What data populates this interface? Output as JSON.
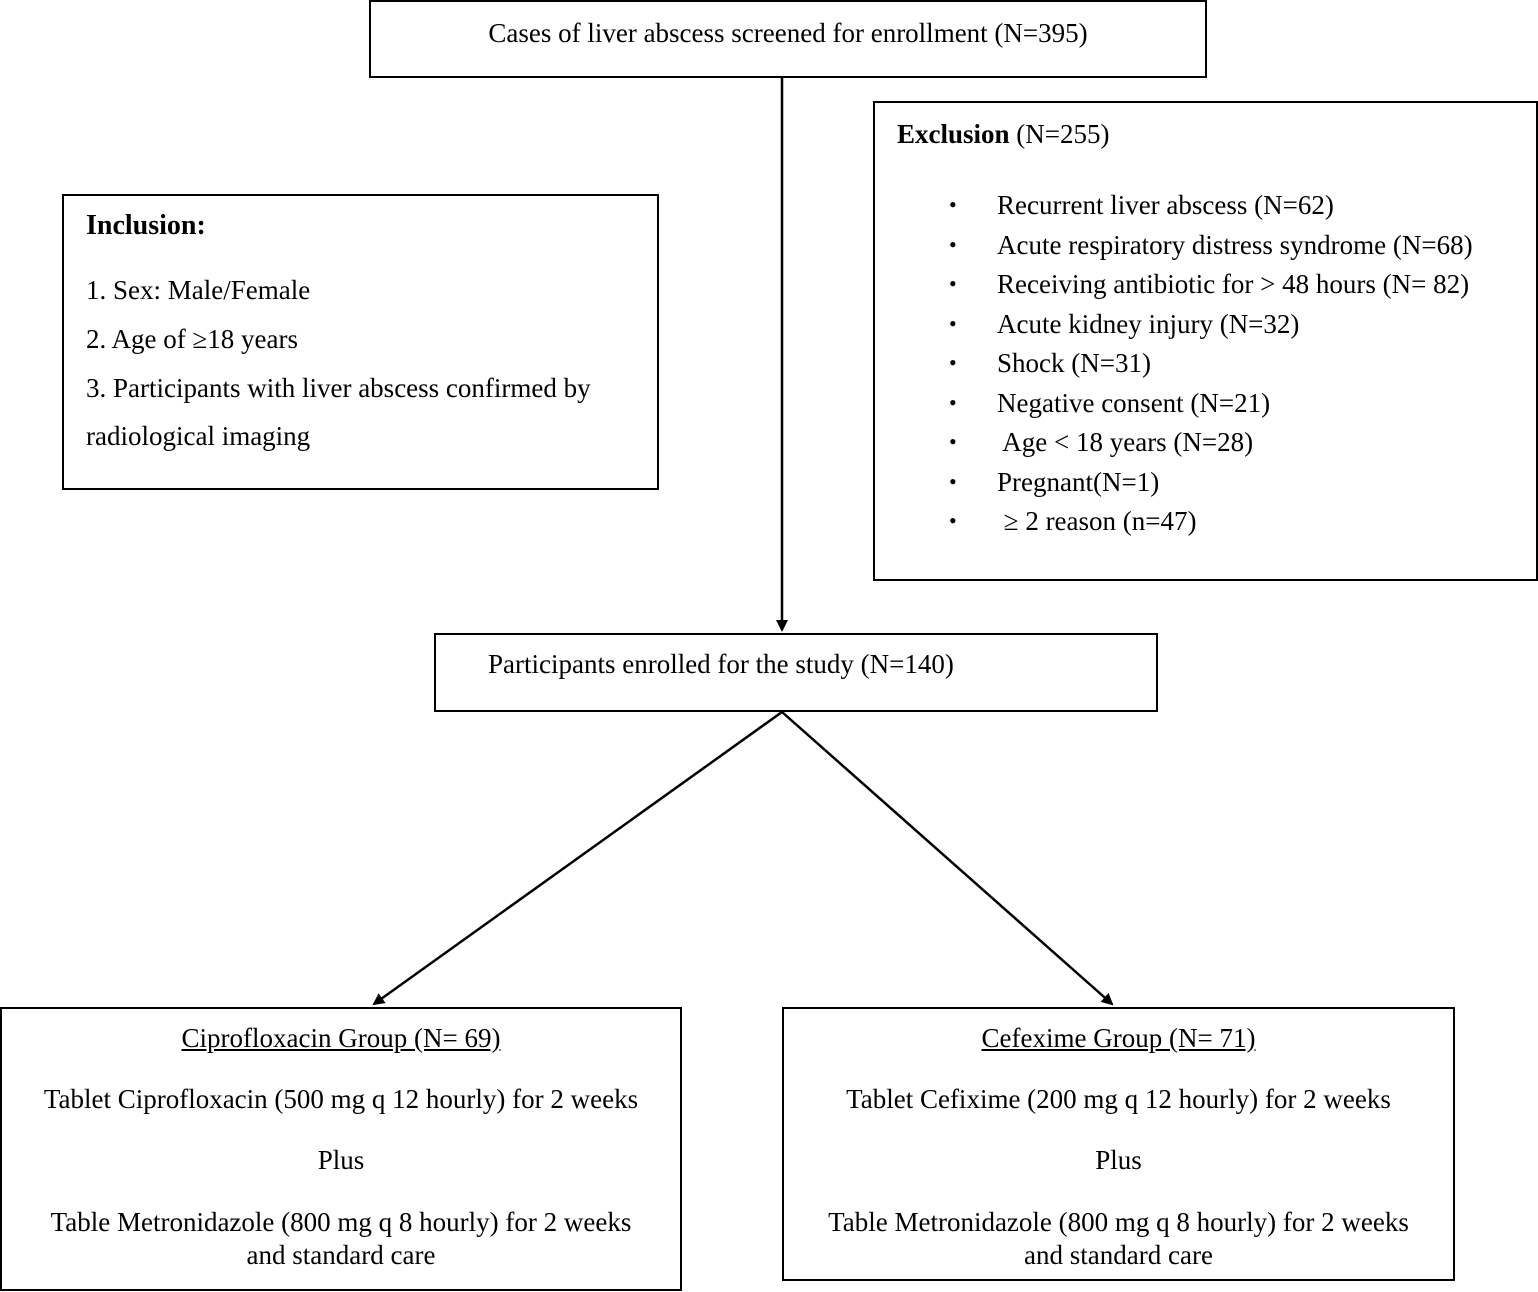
{
  "screened": {
    "text": "Cases of liver abscess screened for enrollment (N=395)"
  },
  "inclusion": {
    "title": "Inclusion:",
    "items": [
      "1. Sex: Male/Female",
      "2. Age of ≥18 years",
      "3. Participants with liver abscess confirmed by radiological imaging"
    ]
  },
  "exclusion": {
    "title": "Exclusion",
    "count": "(N=255)",
    "bullet": "•",
    "items": [
      "Recurrent liver abscess (N=62)",
      "Acute respiratory distress syndrome (N=68)",
      "Receiving antibiotic for > 48 hours (N= 82)",
      "Acute kidney injury (N=32)",
      "Shock (N=31)",
      "Negative consent (N=21)",
      " Age < 18 years (N=28)",
      "Pregnant(N=1)",
      " ≥ 2 reason (n=47)"
    ]
  },
  "enrolled": {
    "text": "Participants enrolled for the study (N=140)"
  },
  "groups": {
    "cipro": {
      "title": "Ciprofloxacin Group (N= 69)",
      "line1": "Tablet Ciprofloxacin (500 mg q 12 hourly) for 2 weeks",
      "line2": "Plus",
      "line3": "Table Metronidazole (800 mg q 8 hourly) for 2 weeks and standard care"
    },
    "cefix": {
      "title": "Cefexime Group (N= 71)",
      "line1": "Tablet Cefixime (200 mg q 12 hourly) for 2 weeks",
      "line2": "Plus",
      "line3": "Table Metronidazole (800 mg q 8 hourly) for 2 weeks and standard care"
    }
  },
  "colors": {
    "line": "#000000",
    "background": "#ffffff"
  }
}
